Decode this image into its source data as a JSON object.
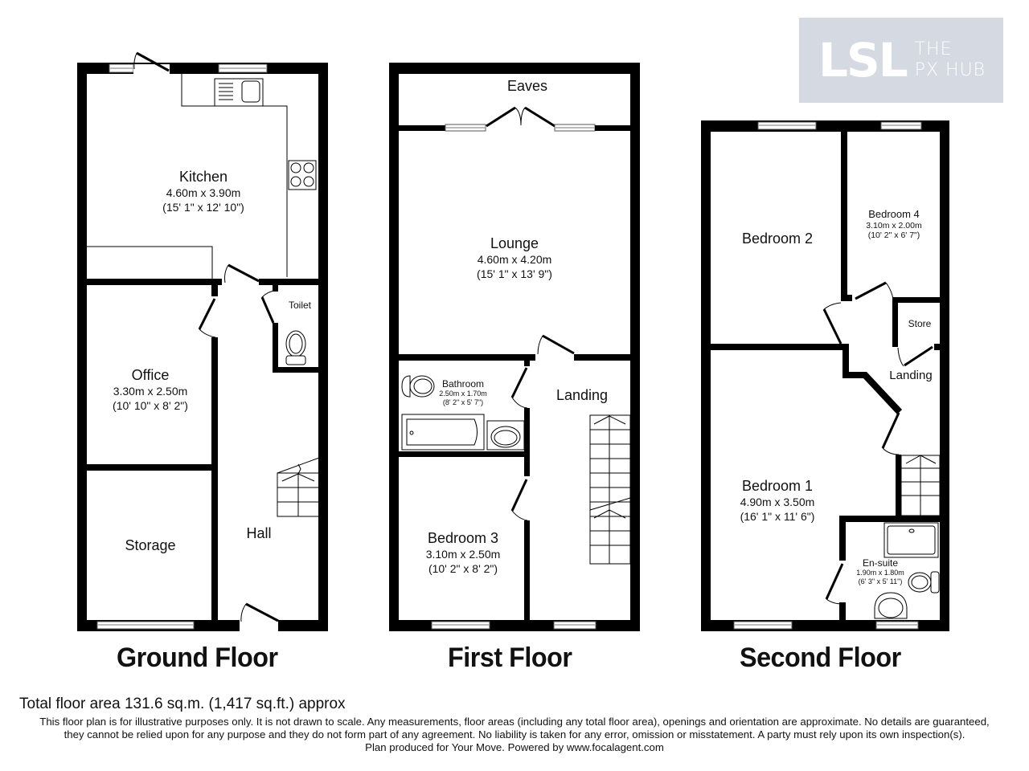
{
  "logo": {
    "brand": "LSL",
    "line1": "THE",
    "line2": "PX HUB",
    "background_color": "#d5d9e2"
  },
  "floors": [
    {
      "title": "Ground Floor",
      "rooms": [
        {
          "name": "Kitchen",
          "dim_m": "4.60m x 3.90m",
          "dim_ft": "(15' 1\" x 12' 10\")"
        },
        {
          "name": "Toilet"
        },
        {
          "name": "Office",
          "dim_m": "3.30m x 2.50m",
          "dim_ft": "(10' 10\" x 8' 2\")"
        },
        {
          "name": "Storage"
        },
        {
          "name": "Hall"
        }
      ]
    },
    {
      "title": "First Floor",
      "rooms": [
        {
          "name": "Eaves"
        },
        {
          "name": "Lounge",
          "dim_m": "4.60m x 4.20m",
          "dim_ft": "(15' 1\" x 13' 9\")"
        },
        {
          "name": "Bathroom",
          "dim_m": "2.50m x 1.70m",
          "dim_ft": "(8' 2\" x 5' 7\")"
        },
        {
          "name": "Landing"
        },
        {
          "name": "Bedroom 3",
          "dim_m": "3.10m x 2.50m",
          "dim_ft": "(10' 2\" x 8' 2\")"
        }
      ]
    },
    {
      "title": "Second Floor",
      "rooms": [
        {
          "name": "Bedroom 2"
        },
        {
          "name": "Bedroom 4",
          "dim_m": "3.10m x 2.00m",
          "dim_ft": "(10' 2\" x 6' 7\")"
        },
        {
          "name": "Store"
        },
        {
          "name": "Landing"
        },
        {
          "name": "Bedroom 1",
          "dim_m": "4.90m x 3.50m",
          "dim_ft": "(16' 1\" x 11' 6\")"
        },
        {
          "name": "En-suite",
          "dim_m": "1.90m x 1.80m",
          "dim_ft": "(6' 3\" x 5' 11\")"
        }
      ]
    }
  ],
  "footer": {
    "total_area": "Total floor area 131.6 sq.m. (1,417 sq.ft.) approx",
    "disclaimer_line1": "This floor plan is for illustrative purposes only. It is not drawn to scale. Any measurements, floor areas (including any total floor area), openings and orientation are approximate. No details are guaranteed,",
    "disclaimer_line2": "they cannot be relied upon for any purpose and they do not form part of any agreement. No liability is taken for any error, omission or misstatement. A party must rely upon its own inspection(s).",
    "credit": "Plan produced for Your Move. Powered by www.focalagent.com"
  }
}
